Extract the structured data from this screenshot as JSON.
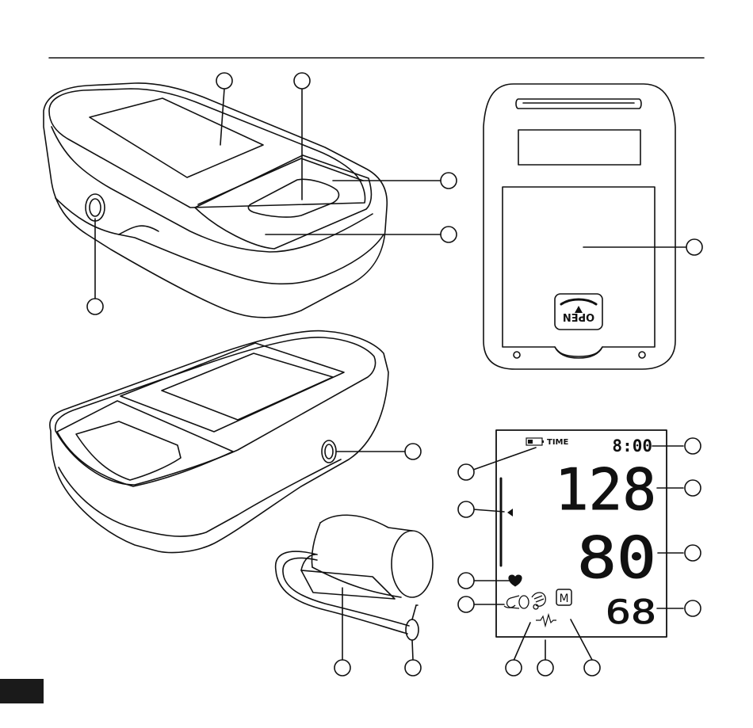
{
  "lcd": {
    "time_label": "TIME",
    "time": "8:00",
    "systolic": "128",
    "diastolic": "80",
    "pulse": "68",
    "memory_badge": "M"
  },
  "back_cover": {
    "open_label": "OPEN"
  },
  "colors": {
    "line": "#111111",
    "page": "#ffffff",
    "corner_tab": "#1a1a1a"
  },
  "icons": [
    "battery-icon",
    "heart-icon",
    "cuff-icon",
    "movement-icon",
    "pulse-wave-icon",
    "memory-icon",
    "arrow-up-icon"
  ]
}
